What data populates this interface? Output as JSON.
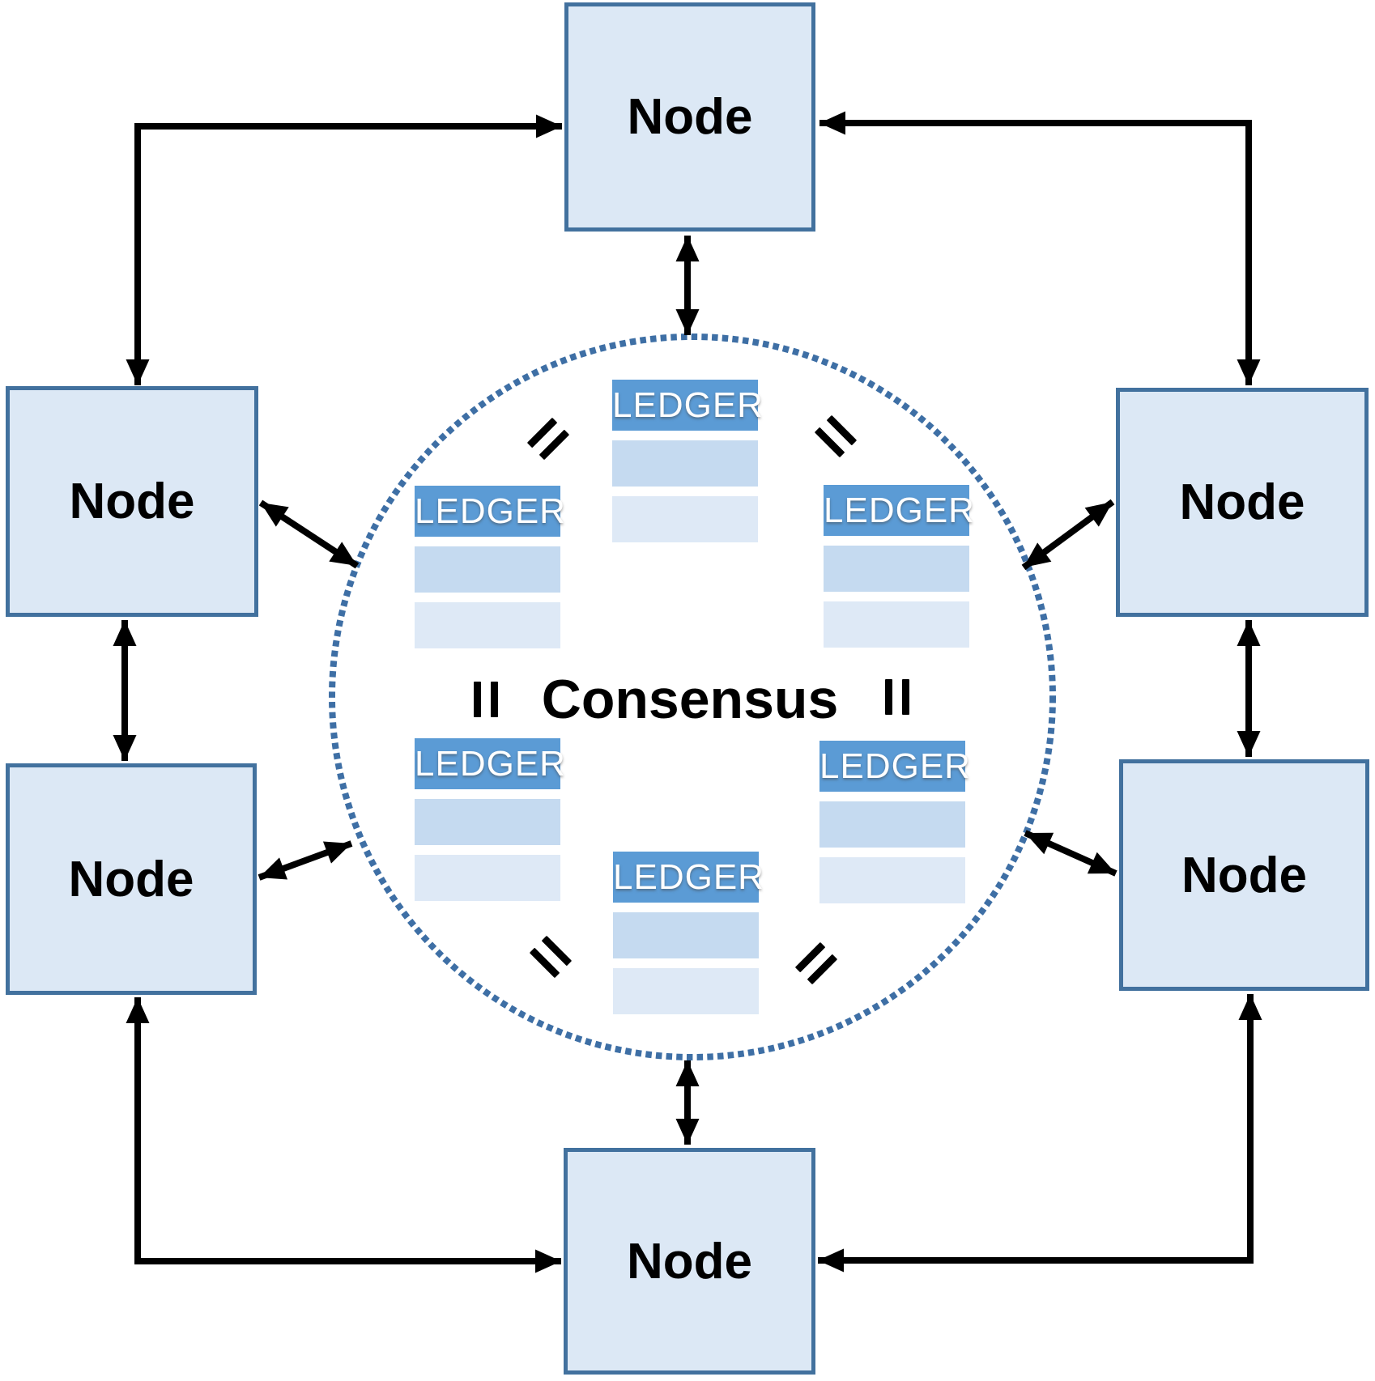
{
  "nodes": [
    {
      "id": "top",
      "label": "Node"
    },
    {
      "id": "left-upper",
      "label": "Node"
    },
    {
      "id": "right-upper",
      "label": "Node"
    },
    {
      "id": "left-lower",
      "label": "Node"
    },
    {
      "id": "right-lower",
      "label": "Node"
    },
    {
      "id": "bottom",
      "label": "Node"
    }
  ],
  "center": {
    "label": "Consensus"
  },
  "ledgers": [
    {
      "id": "top",
      "label": "LEDGER"
    },
    {
      "id": "mid-left",
      "label": "LEDGER"
    },
    {
      "id": "mid-right",
      "label": "LEDGER"
    },
    {
      "id": "bottom-left",
      "label": "LEDGER"
    },
    {
      "id": "bottom-right",
      "label": "LEDGER"
    },
    {
      "id": "bottom",
      "label": "LEDGER"
    }
  ],
  "colors": {
    "node_fill": "#dce8f5",
    "node_border": "#42719e",
    "ledger_header": "#5b9bd5",
    "ledger_row1": "#c5daf0",
    "ledger_row2": "#dee9f6",
    "circle_dot": "#3e6fa5",
    "arrow": "#000000",
    "label": "#000000"
  }
}
